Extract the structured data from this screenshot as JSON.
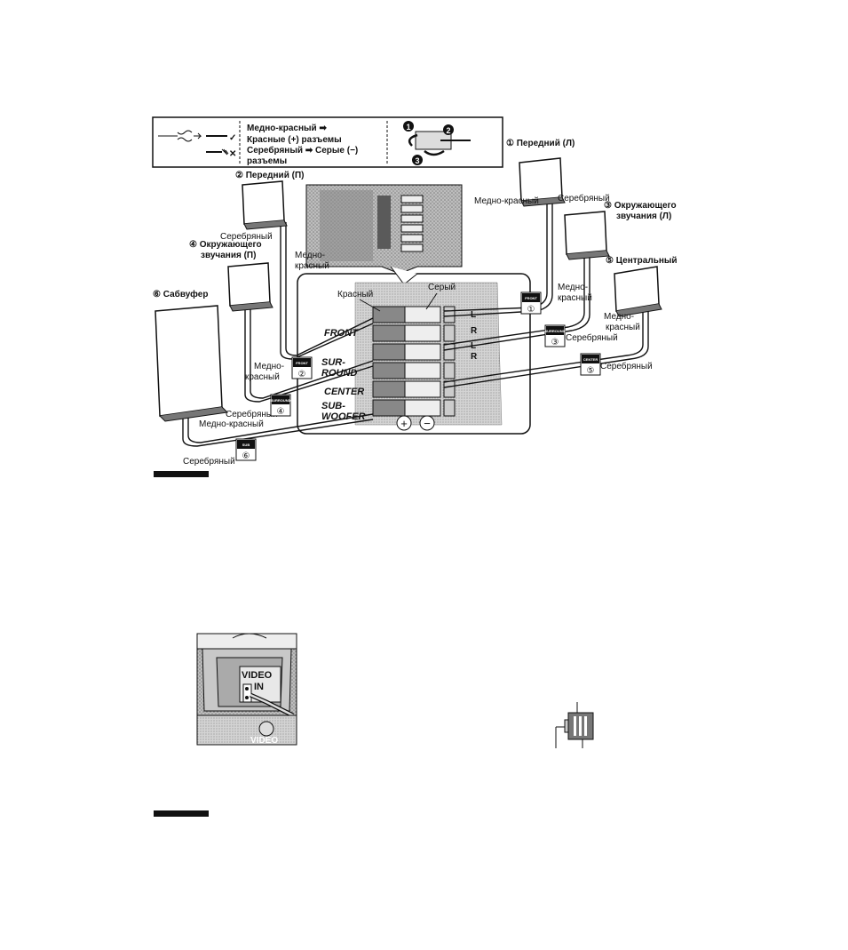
{
  "legend": {
    "line1": "Медно-красный ➡",
    "line2": "Красные (+) разъемы",
    "line3": "Серебряный ➡ Серые (−)",
    "line4": "разъемы",
    "check": "✓",
    "cross": "✕",
    "step1": "1",
    "step2": "2",
    "step3": "3"
  },
  "speakers": {
    "front_l": "① Передний (Л)",
    "front_r": "② Передний (П)",
    "surround_l_1": "③ Окружающего",
    "surround_l_2": "звучания (Л)",
    "surround_r_1": "④ Окружающего",
    "surround_r_2": "звучания (П)",
    "center": "⑤ Центральный",
    "subwoofer": "⑥ Сабвуфер"
  },
  "wires": {
    "silver": "Серебряный",
    "copper": "Медно-красный",
    "copper_a": "Медно-",
    "copper_b": "красный",
    "red": "Красный",
    "gray": "Серый"
  },
  "panel": {
    "front": "FRONT",
    "sur1": "SUR-",
    "sur2": "ROUND",
    "center": "CENTER",
    "sub1": "SUB-",
    "sub2": "WOOFER",
    "L": "L",
    "R": "R",
    "plus": "+",
    "minus": "−"
  },
  "tags": {
    "front_l": "FRONT",
    "front_r": "FRONT",
    "surround_l": "SURROUND",
    "surround_r": "SURROUND",
    "center": "CENTER",
    "sub": "SUB",
    "n1": "①",
    "n2": "②",
    "n3": "③",
    "n4": "④",
    "n5": "⑤",
    "n6": "⑥"
  },
  "tv": {
    "video_in_1": "VIDEO",
    "video_in_2": "IN",
    "video": "VIDEO"
  },
  "colors": {
    "ink": "#111111",
    "shade": "#9a9a9a",
    "dark": "#2a2a2a"
  }
}
